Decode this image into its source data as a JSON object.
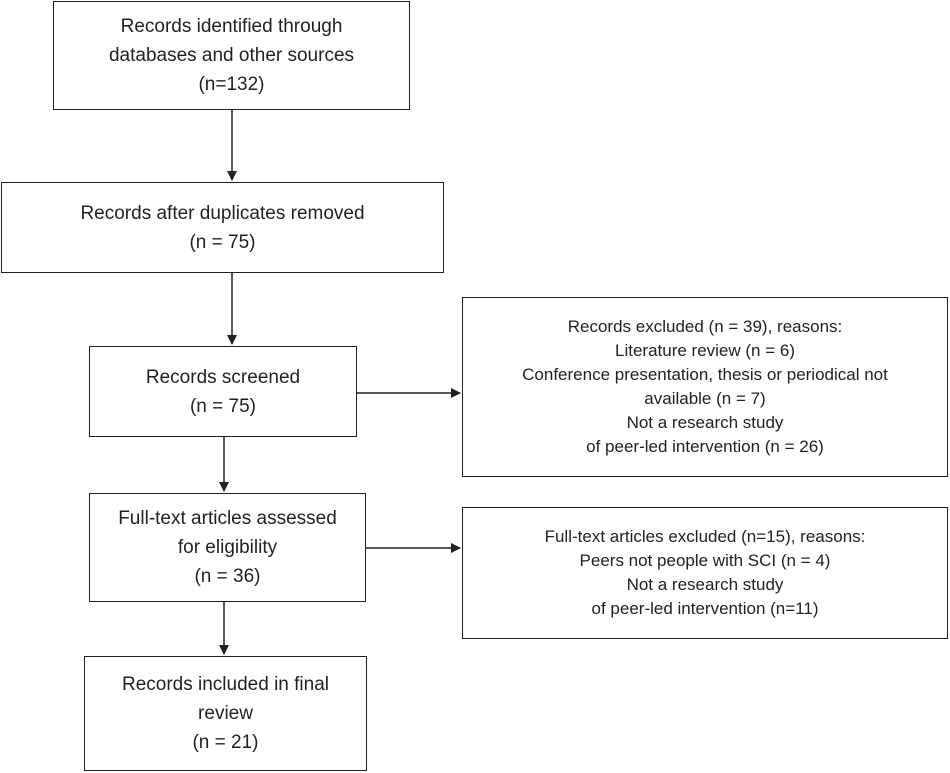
{
  "flow": {
    "identified": {
      "lines": [
        "Records identified through",
        "databases and other sources",
        "(n=132)"
      ]
    },
    "deduplicated": {
      "lines": [
        "Records after duplicates removed",
        "(n = 75)"
      ]
    },
    "screened": {
      "lines": [
        "Records screened",
        "(n = 75)"
      ]
    },
    "fulltext": {
      "lines": [
        "Full-text articles assessed",
        "for eligibility",
        "(n = 36)"
      ]
    },
    "included": {
      "lines": [
        "Records included in final",
        "review",
        "(n = 21)"
      ]
    }
  },
  "exclusions": {
    "records_excluded": {
      "lines": [
        "Records excluded (n = 39), reasons:",
        "Literature review (n = 6)",
        "Conference presentation, thesis or periodical not",
        "available (n = 7)",
        "Not a research study",
        "of peer-led intervention (n = 26)"
      ]
    },
    "fulltext_excluded": {
      "lines": [
        "Full-text articles excluded (n=15), reasons:",
        "Peers not people with SCI (n = 4)",
        "Not a research study",
        "of peer-led intervention (n=11)"
      ]
    }
  }
}
